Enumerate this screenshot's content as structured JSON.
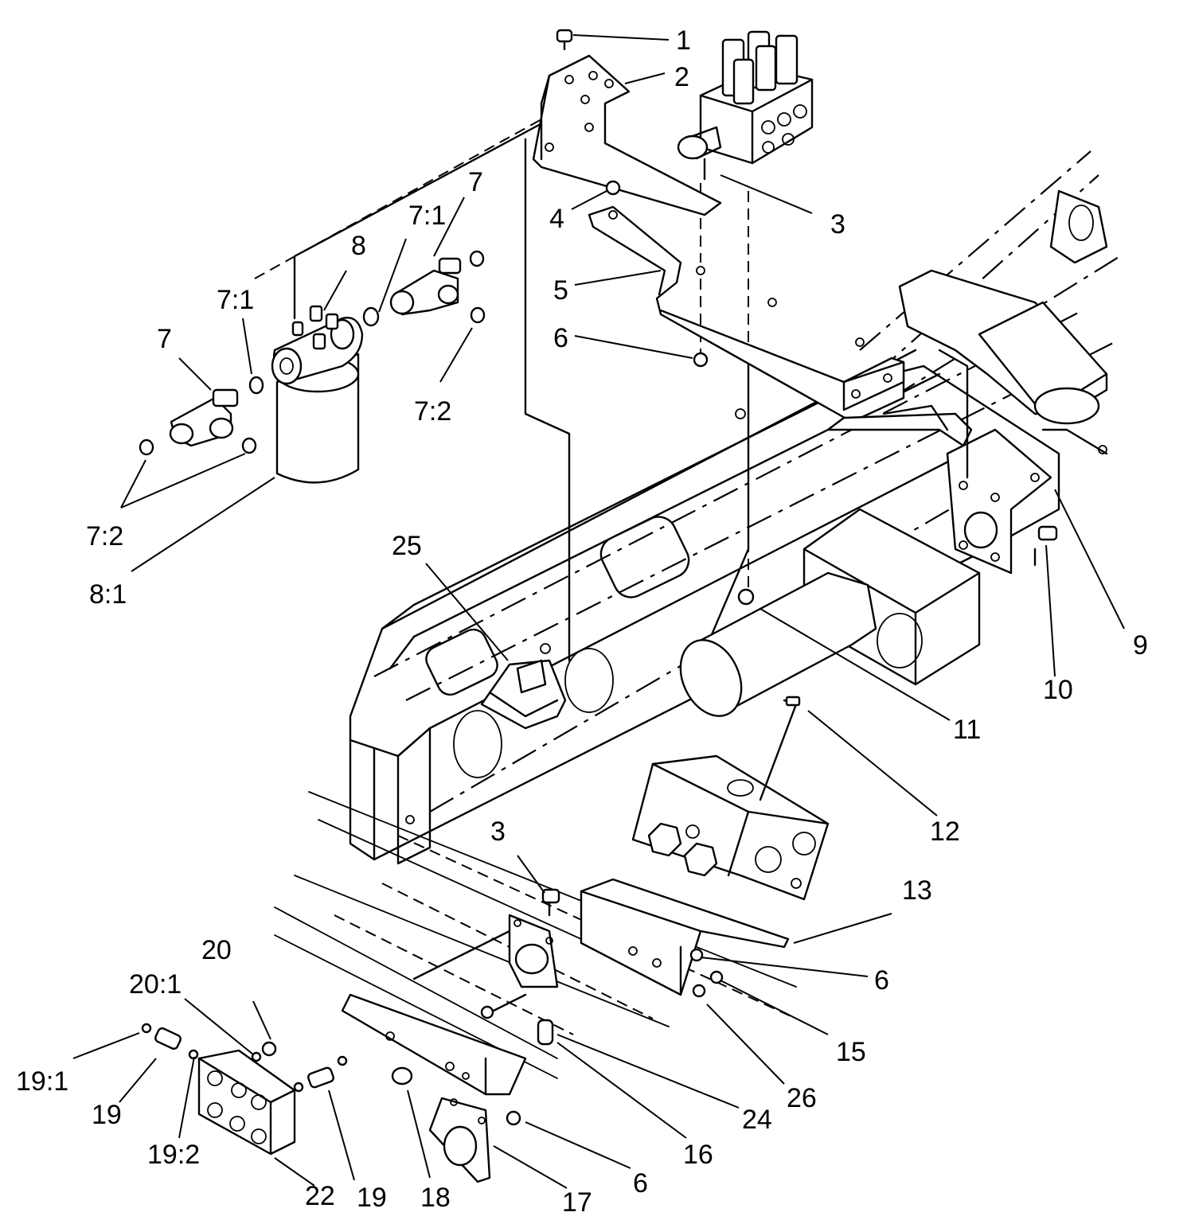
{
  "callouts": [
    {
      "id": "c1",
      "label": "1"
    },
    {
      "id": "c2",
      "label": "2"
    },
    {
      "id": "c3a",
      "label": "3"
    },
    {
      "id": "c4",
      "label": "4"
    },
    {
      "id": "c5",
      "label": "5"
    },
    {
      "id": "c6a",
      "label": "6"
    },
    {
      "id": "c7a",
      "label": "7"
    },
    {
      "id": "c71a",
      "label": "7:1"
    },
    {
      "id": "c7b",
      "label": "7"
    },
    {
      "id": "c71b",
      "label": "7:1"
    },
    {
      "id": "c8",
      "label": "8"
    },
    {
      "id": "c72a",
      "label": "7:2"
    },
    {
      "id": "c72b",
      "label": "7:2"
    },
    {
      "id": "c81",
      "label": "8:1"
    },
    {
      "id": "c25",
      "label": "25"
    },
    {
      "id": "c9",
      "label": "9"
    },
    {
      "id": "c10",
      "label": "10"
    },
    {
      "id": "c11",
      "label": "11"
    },
    {
      "id": "c12",
      "label": "12"
    },
    {
      "id": "c13",
      "label": "13"
    },
    {
      "id": "c3b",
      "label": "3"
    },
    {
      "id": "c6b",
      "label": "6"
    },
    {
      "id": "c15",
      "label": "15"
    },
    {
      "id": "c26",
      "label": "26"
    },
    {
      "id": "c24",
      "label": "24"
    },
    {
      "id": "c16",
      "label": "16"
    },
    {
      "id": "c6c",
      "label": "6"
    },
    {
      "id": "c17",
      "label": "17"
    },
    {
      "id": "c18",
      "label": "18"
    },
    {
      "id": "c19a",
      "label": "19"
    },
    {
      "id": "c22",
      "label": "22"
    },
    {
      "id": "c19b",
      "label": "19"
    },
    {
      "id": "c192",
      "label": "19:2"
    },
    {
      "id": "c191",
      "label": "19:1"
    },
    {
      "id": "c20",
      "label": "20"
    },
    {
      "id": "c201",
      "label": "20:1"
    }
  ]
}
